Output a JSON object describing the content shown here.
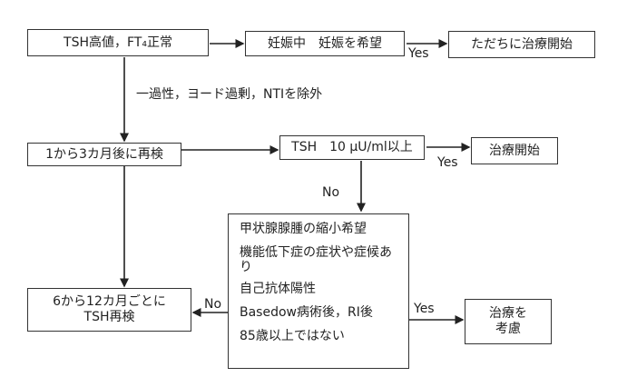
{
  "nodes": {
    "start": "TSH高値，FT₄正常",
    "pregnancy": "妊娠中　妊娠を希望",
    "treat_now": "ただちに治療開始",
    "recheck": "1から3カ月後に再検",
    "tsh_condition": "TSH　10 μU/ml以上",
    "treat_start": "治療開始",
    "periodic_line1": "6から12カ月ごとに",
    "periodic_line2": "TSH再検",
    "consider_line1": "治療を",
    "consider_line2": "考慮"
  },
  "exclusion_note": "一過性，ヨード過剰，NTIを除外",
  "criteria": [
    "甲状腺腺腫の縮小希望",
    "機能低下症の症状や症候あり",
    "自己抗体陽性",
    "Basedow病術後，RI後",
    "85歳以上ではない"
  ],
  "edge_labels": {
    "yes_pregnancy": "Yes",
    "yes_tsh": "Yes",
    "no_tsh": "No",
    "no_criteria": "No",
    "yes_criteria": "Yes"
  }
}
